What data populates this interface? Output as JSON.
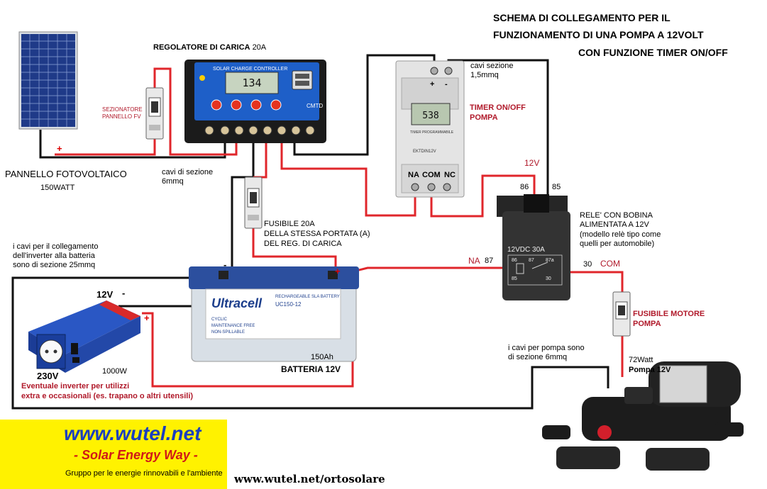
{
  "title": {
    "line1": "SCHEMA DI COLLEGAMENTO PER IL",
    "line2": "FUNZIONAMENTO DI UNA POMPA A 12VOLT",
    "line3": "CON FUNZIONE TIMER ON/OFF"
  },
  "panel": {
    "label": "PANNELLO FOTOVOLTAICO",
    "power": "150WATT",
    "plus": "+"
  },
  "disconnector": {
    "line1": "SEZIONATORE",
    "line2": "PANNELLO FV"
  },
  "controller": {
    "title": "REGOLATORE DI CARICA",
    "rating": "20A",
    "brand_text": "SOLAR CHARGE CONTROLLER",
    "display": "134",
    "badge": "CMTD"
  },
  "cables_6mm": {
    "line1": "cavi di sezione",
    "line2": "6mmq"
  },
  "fuse": {
    "line1": "FUSIBILE",
    "rating": "20A",
    "line2": "DELLA STESSA PORTATA (A)",
    "line3": "DEL REG. DI CARICA"
  },
  "inverter_note": {
    "line1": "i cavi per il collegamento",
    "line2": "dell'inverter alla batteria",
    "line3": "sono di sezione 25mmq"
  },
  "inverter": {
    "dc": "12V",
    "minus": "-",
    "plus": "+",
    "ac": "230V",
    "power": "1000W",
    "note1": "Eventuale inverter per utilizzi",
    "note2": "extra e occasionali (es. trapano o altri utensili)"
  },
  "battery": {
    "minus": "-",
    "plus": "+",
    "capacity": "150Ah",
    "label": "BATTERIA 12V",
    "brand": "Ultracell",
    "model": "UC150-12",
    "tag": "RECHARGEABLE SLA BATTERY",
    "features": [
      "CYCLIC",
      "MAINTENANCE FREE",
      "NON-SPILLABLE"
    ]
  },
  "timer": {
    "cables_line1": "cavi sezione",
    "cables_line2": "1,5mmq",
    "label1": "TIMER ON/OFF",
    "label2": "POMPA",
    "plus": "+",
    "minus": "-",
    "na": "NA",
    "com": "COM",
    "nc": "NC",
    "display": "538",
    "text": "TIMER PROGRAMMABILE",
    "model": "EKTDIN12V"
  },
  "relay": {
    "line1": "RELE' CON BOBINA",
    "line2": "ALIMENTATA A 12V",
    "line3": "(modello relè tipo come",
    "line4": "quelli per automobile)",
    "v12": "12V",
    "p86": "86",
    "p85": "85",
    "na": "NA",
    "p87": "87",
    "p30": "30",
    "com": "COM",
    "rating": "12VDC 30A",
    "pins": [
      "86",
      "87",
      "87a",
      "85",
      "30"
    ]
  },
  "motor_fuse": {
    "line1": "FUSIBILE MOTORE",
    "line2": "POMPA"
  },
  "pump": {
    "cables_line1": "i cavi per pompa sono",
    "cables_line2": "di sezione 6mmq",
    "power": "72Watt",
    "label": "Pompa 12V"
  },
  "logo": {
    "url": "www.wutel.net",
    "tagline": "- Solar Energy Way -",
    "subtitle": "Gruppo per le energie rinnovabili e l'ambiente"
  },
  "site_url": "www.wutel.net/ortosolare",
  "colors": {
    "wire_positive": "#e0262b",
    "wire_negative": "#111111",
    "accent_yellow": "#fff200",
    "logo_blue": "#1a3fbf"
  }
}
